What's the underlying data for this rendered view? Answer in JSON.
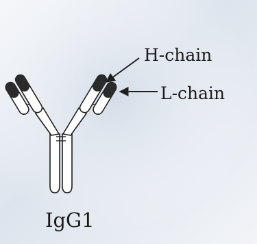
{
  "diagram": {
    "labels": {
      "heavy_chain": "H-chain",
      "light_chain": "L-chain",
      "antibody": "IgG1"
    },
    "colors": {
      "outline": "#1e1e1e",
      "chain_fill": "#ffffff",
      "variable_region": "#2b2b2b",
      "background": "#dfe6ee"
    }
  }
}
